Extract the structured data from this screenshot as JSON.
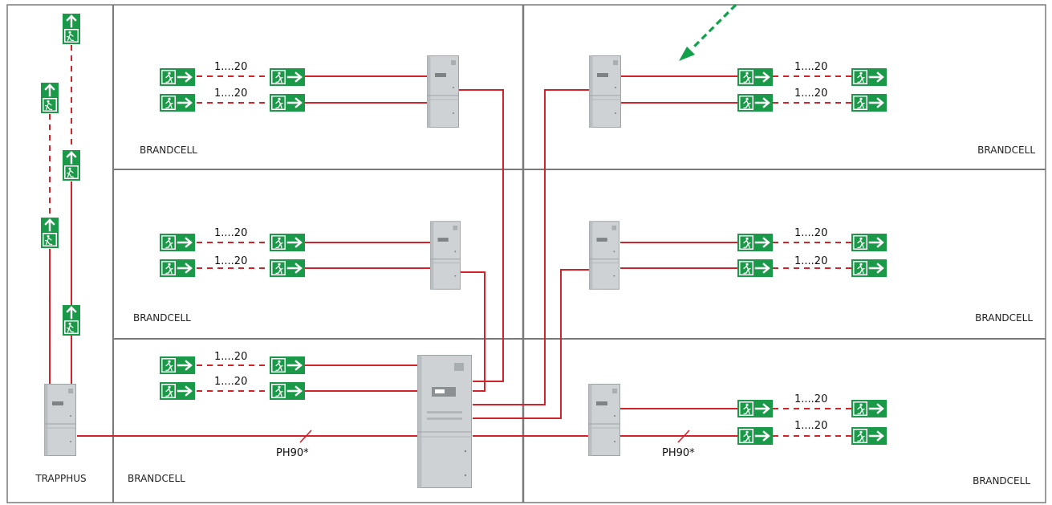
{
  "colors": {
    "cable": "#d2232a",
    "sign_green": "#1a9a48",
    "arrow_dashed": "#13a04a",
    "wall": "#7a7a7a",
    "cabinet_body": "#cfd2d4",
    "cabinet_edge": "#9ea3a6"
  },
  "labels": {
    "zone_brandcell": "BRANDCELL",
    "zone_trapphus": "TRAPPHUS",
    "count_range": "1....20",
    "fire_cable": "PH90*"
  },
  "icons": {
    "exit_right": "emergency-exit-right-arrow-icon",
    "exit_up": "emergency-exit-up-arrow-icon",
    "cabinet": "central-battery-cabinet-icon",
    "arrow": "green-dashed-arrow-icon"
  }
}
